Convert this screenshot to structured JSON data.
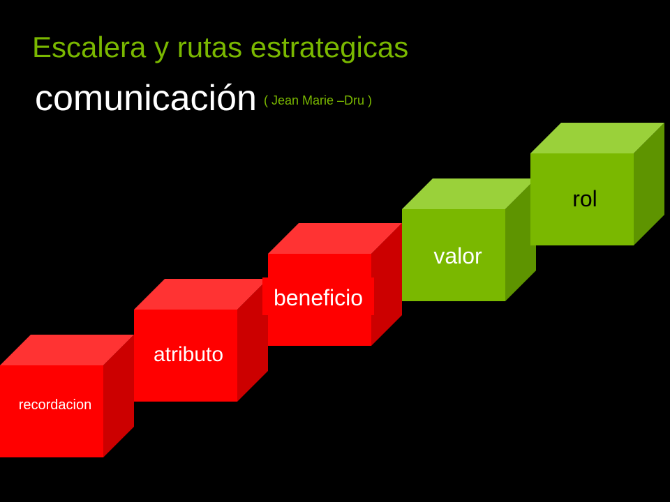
{
  "slide": {
    "title": "Escalera y rutas estrategicas",
    "subtitle": "comunicación",
    "author": "( Jean Marie –Dru )"
  },
  "steps": [
    {
      "label": "recordacion",
      "theme": "red"
    },
    {
      "label": "atributo",
      "theme": "red"
    },
    {
      "label": "beneficio",
      "theme": "red"
    },
    {
      "label": "valor",
      "theme": "green"
    },
    {
      "label": "rol",
      "theme": "green"
    }
  ],
  "colors": {
    "red_front": "#ff0000",
    "red_top": "#ff3333",
    "red_side": "#cc0000",
    "green_front": "#7ab800",
    "green_top": "#9ad13a",
    "green_side": "#5e9400",
    "title": "#7ab800",
    "subtitle": "#ffffff",
    "background": "#000000"
  }
}
